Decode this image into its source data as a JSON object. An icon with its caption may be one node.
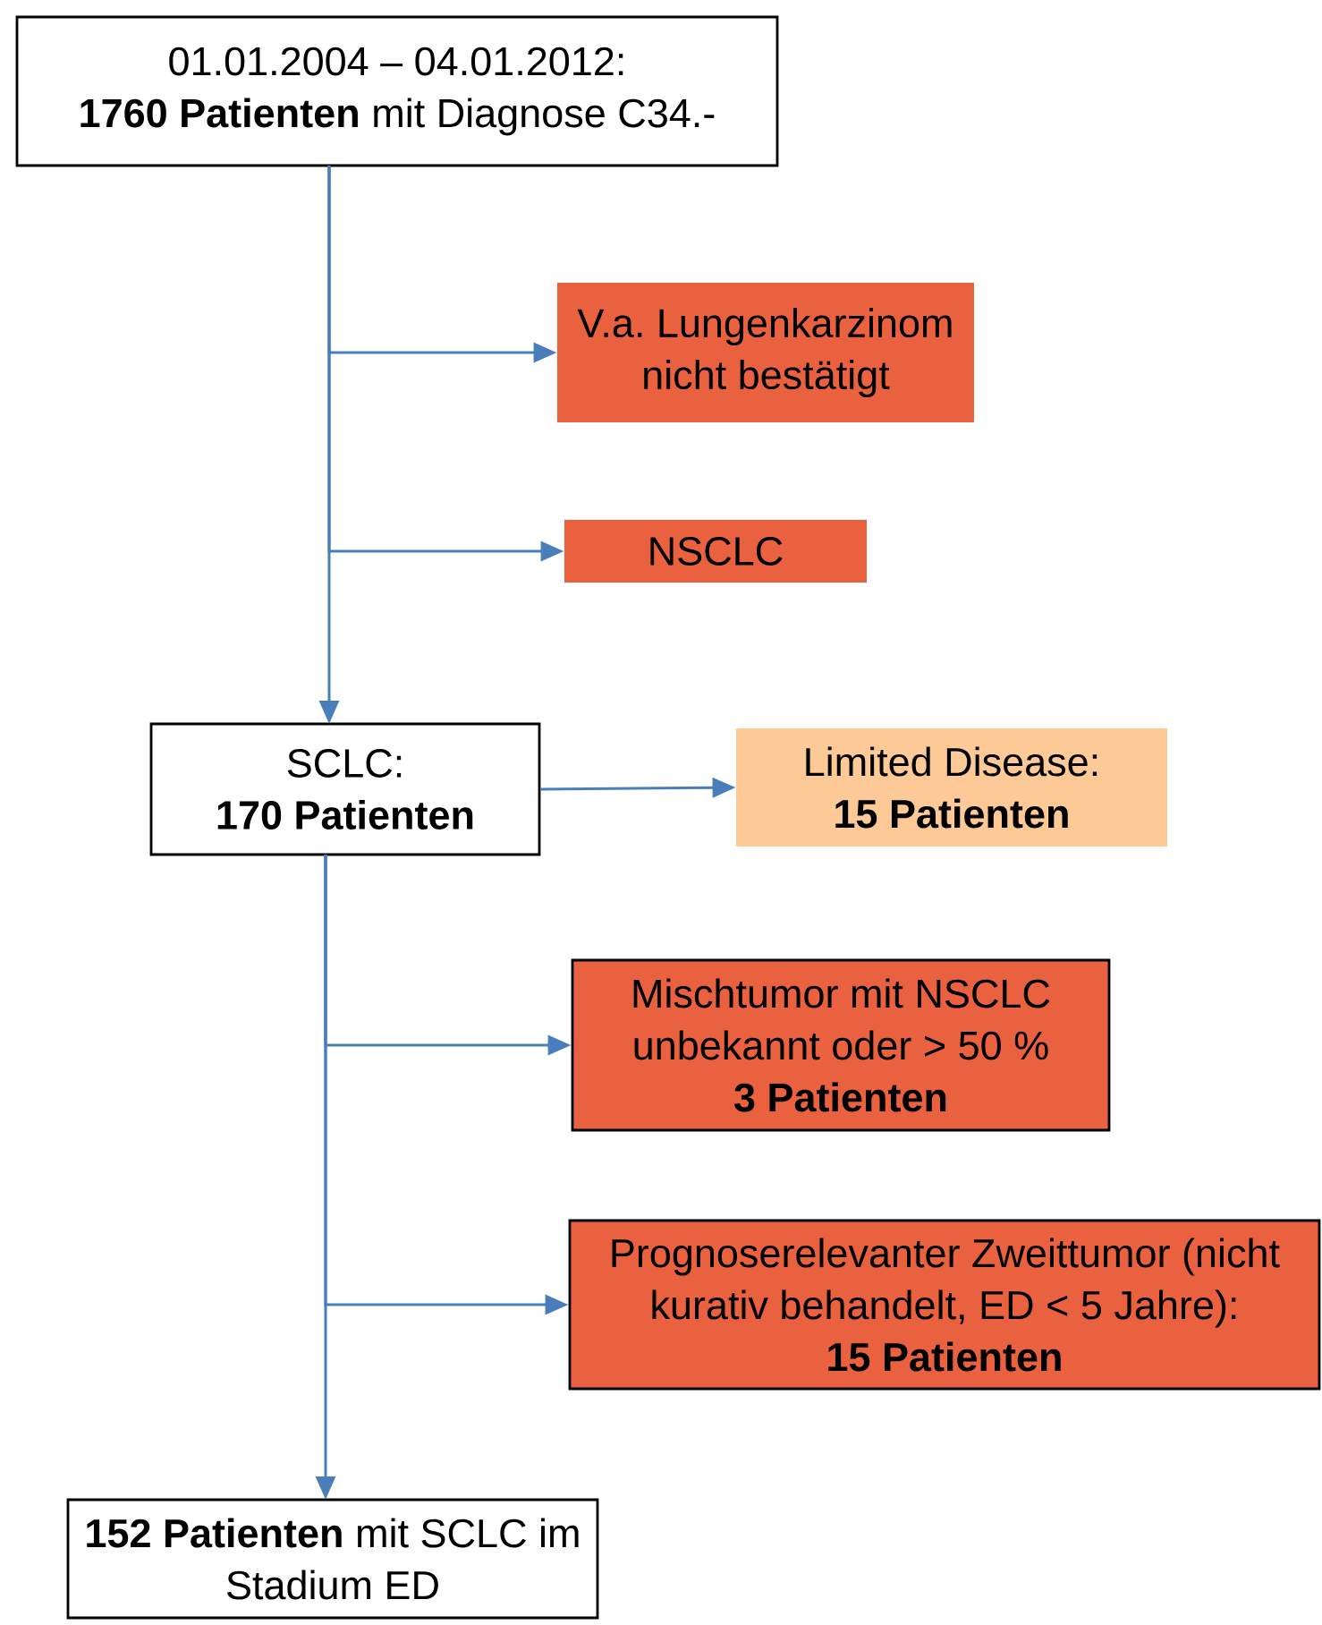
{
  "diagram": {
    "nodes": [
      {
        "text": [
          "01.01.2004 – 04.01.2012:",
          "**1760 Patienten** mit Diagnose C34.-"
        ]
      },
      {
        "text": [
          "V.a. Lungenkarzinom nicht bestätigt"
        ]
      },
      {
        "text": [
          "NSCLC"
        ]
      },
      {
        "text": [
          "SCLC:",
          "170 Patienten"
        ]
      },
      {
        "text": [
          "Limited Disease:",
          "15 Patienten"
        ]
      },
      {
        "text": [
          "Mischtumor mit NSCLC unbekannt oder > 50 %",
          "3 Patienten"
        ]
      },
      {
        "text": [
          "Prognoserelevanter Zweittumor (nicht kurativ behandelt, ED < 5 Jahre):",
          "15 Patienten"
        ]
      },
      {
        "text": [
          "**152 Patienten** mit SCLC im Stadium ED"
        ]
      }
    ],
    "edges": [
      {
        "from": 0,
        "to": 1,
        "arrow": "to"
      },
      {
        "from": 0,
        "to": 2,
        "arrow": "to"
      },
      {
        "from": 0,
        "to": 3,
        "arrow": "to"
      },
      {
        "from": 3,
        "to": 4,
        "arrow": "to"
      },
      {
        "from": 3,
        "to": 5,
        "arrow": "to"
      },
      {
        "from": 3,
        "to": 6,
        "arrow": "to"
      },
      {
        "from": 3,
        "to": 7,
        "arrow": "to"
      }
    ]
  }
}
